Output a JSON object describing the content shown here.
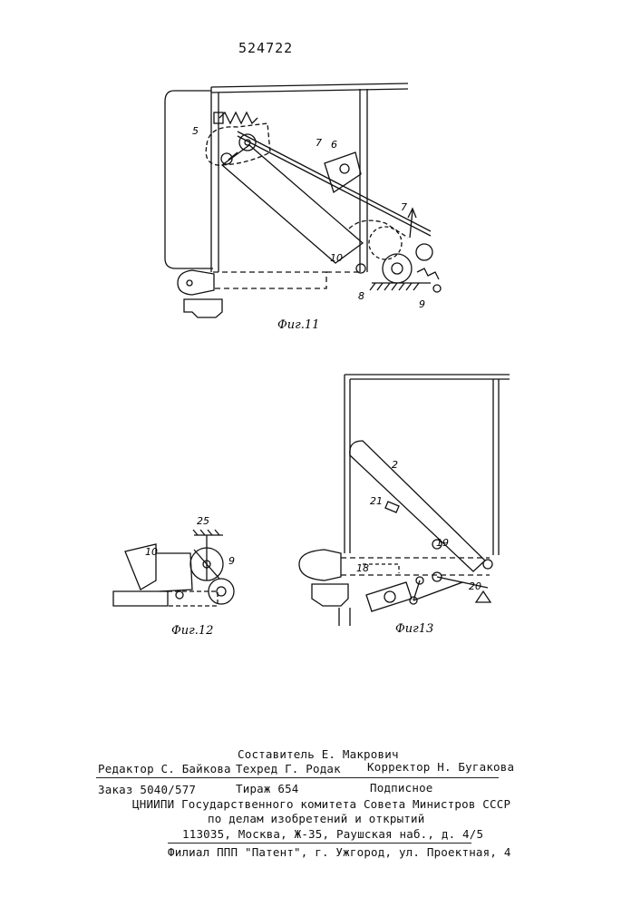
{
  "header": {
    "patent_number": "524722"
  },
  "figures": [
    {
      "caption": "Фиг.11",
      "labels": [
        "5",
        "7",
        "6",
        "7",
        "10",
        "8",
        "9"
      ]
    },
    {
      "caption": "Фиг.12",
      "labels": [
        "25",
        "10",
        "9"
      ]
    },
    {
      "caption": "Фиг13",
      "labels": [
        "2",
        "21",
        "19",
        "18",
        "20"
      ]
    }
  ],
  "footer": {
    "compiler": "Составитель   Е. Макрович",
    "editor": "Редактор С. Байкова",
    "techred": "Техред Г. Родак",
    "corrector": "Корректор Н. Бугакова",
    "order": "Заказ  5040/577",
    "circulation": "Тираж  654",
    "subscription": "Подписное",
    "institute_line1": "ЦНИИПИ Государственного комитета Совета Министров СССР",
    "institute_line2": "по делам изобретений и открытий",
    "address": "113035, Москва, Ж-35, Раушская наб., д. 4/5",
    "branch": "Филиал ППП \"Патент\", г. Ужгород, ул. Проектная, 4"
  }
}
